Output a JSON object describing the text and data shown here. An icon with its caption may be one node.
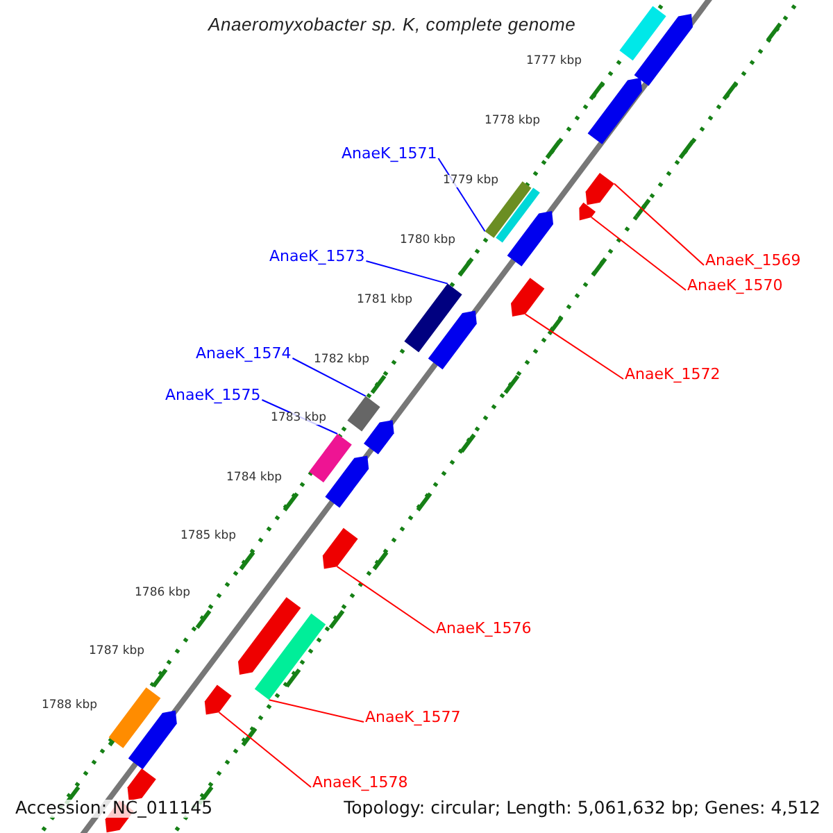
{
  "diagram": {
    "title": "Anaeromyxobacter sp. K, complete genome",
    "nodes": [
      {
        "text": [
          "AnaeK_1571"
        ]
      },
      {
        "text": [
          "AnaeK_1573"
        ]
      },
      {
        "text": [
          "AnaeK_1569"
        ]
      },
      {
        "text": [
          "AnaeK_1570"
        ]
      },
      {
        "text": [
          "AnaeK_1574"
        ]
      },
      {
        "text": [
          "AnaeK_1572"
        ]
      },
      {
        "text": [
          "AnaeK_1575"
        ]
      },
      {
        "text": [
          "AnaeK_1576"
        ]
      },
      {
        "text": [
          "AnaeK_1577"
        ]
      },
      {
        "text": [
          "AnaeK_1578"
        ]
      },
      {
        "text": [],
        "shape": "bar"
      },
      {
        "text": [],
        "shape": "arrow"
      },
      {
        "text": [],
        "shape": "arrow"
      },
      {
        "text": [],
        "shape": "arrow"
      },
      {
        "text": [],
        "shape": "bar"
      },
      {
        "text": [],
        "shape": "arrow"
      },
      {
        "text": [],
        "shape": "bar"
      },
      {
        "text": [],
        "shape": "arrow"
      },
      {
        "text": [],
        "shape": "arrow"
      },
      {
        "text": [],
        "shape": "bar"
      },
      {
        "text": [],
        "shape": "arrow"
      },
      {
        "text": [],
        "shape": "bar"
      },
      {
        "text": [],
        "shape": "arrow"
      },
      {
        "text": [],
        "shape": "bar"
      },
      {
        "text": [],
        "shape": "arrow"
      },
      {
        "text": [],
        "shape": "arrow"
      },
      {
        "text": [],
        "shape": "arrow"
      },
      {
        "text": [],
        "shape": "bar"
      },
      {
        "text": [],
        "shape": "arrow"
      },
      {
        "text": [],
        "shape": "bar"
      },
      {
        "text": [],
        "shape": "arrow"
      },
      {
        "text": [],
        "shape": "arrow"
      },
      {
        "text": [],
        "shape": "arrow"
      }
    ],
    "edges": [
      {
        "from": 0,
        "to": 14,
        "arrow": "none",
        "color": "#0000ff"
      },
      {
        "from": 1,
        "to": 19,
        "arrow": "none",
        "color": "#0000ff"
      },
      {
        "from": 2,
        "to": 13,
        "arrow": "none"
      },
      {
        "from": 3,
        "to": 15,
        "arrow": "none"
      },
      {
        "from": 4,
        "to": 21,
        "arrow": "none",
        "color": "#0000ff"
      },
      {
        "from": 5,
        "to": 18,
        "arrow": "none"
      },
      {
        "from": 6,
        "to": 23,
        "arrow": "none",
        "color": "#0000ff"
      },
      {
        "from": 7,
        "to": 25,
        "arrow": "none"
      },
      {
        "from": 8,
        "to": 27,
        "arrow": "none"
      },
      {
        "from": 9,
        "to": 28,
        "arrow": "none"
      }
    ],
    "labels": [
      "1777 kbp",
      "1778 kbp",
      "1779 kbp",
      "1780 kbp",
      "1781 kbp",
      "1782 kbp",
      "1783 kbp",
      "1784 kbp",
      "1785 kbp",
      "1786 kbp",
      "1787 kbp",
      "1788 kbp",
      "Accession: NC_011145",
      "Topology: circular; Length: 5,061,632 bp; Genes: 4,512"
    ]
  }
}
